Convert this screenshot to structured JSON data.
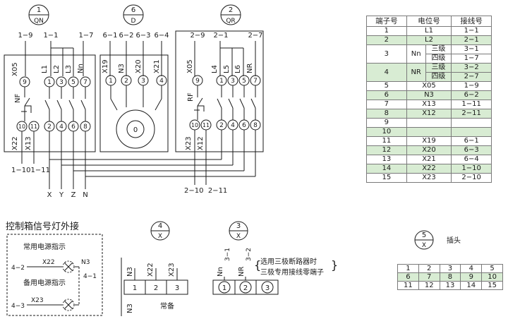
{
  "colors": {
    "line": "#1a1a1a",
    "row_shade": "#d8ecd3",
    "table_border": "#7a7a7a"
  },
  "breakers": {
    "qn": {
      "number": "1",
      "code": "QN"
    },
    "d": {
      "number": "6",
      "code": "D"
    },
    "qr": {
      "number": "2",
      "code": "QR"
    }
  },
  "qn_block": {
    "top_labels": [
      "1−9",
      "1−1",
      "1−7"
    ],
    "inner_top": [
      "X05",
      "L1",
      "L2",
      "L3",
      "Nn"
    ],
    "top_terms": [
      "9",
      "1",
      "3",
      "5",
      "7"
    ],
    "contact_label": "NF",
    "bottom_terms": [
      "10",
      "11",
      "2",
      "4",
      "6",
      "8"
    ],
    "bottom_labels": [
      "X22",
      "X13"
    ],
    "left_outputs": "1−101−11"
  },
  "d_block": {
    "top_labels": [
      "6−1",
      "6−2",
      "6−3",
      "6−4"
    ],
    "inner_top": [
      "X19",
      "N3",
      "X20",
      "X21"
    ],
    "top_terms": [
      "1",
      "2",
      "3",
      "4"
    ],
    "lock_glyph": "0"
  },
  "qr_block": {
    "top_labels": [
      "2−9",
      "2−1",
      "2−7"
    ],
    "inner_top": [
      "X05",
      "L4",
      "L5",
      "L6",
      "NR"
    ],
    "top_terms": [
      "9",
      "1",
      "3",
      "5",
      "7"
    ],
    "contact_label": "RF",
    "bottom_terms": [
      "10",
      "11",
      "2",
      "4",
      "6",
      "8"
    ],
    "bottom_labels": [
      "X23",
      "X12"
    ],
    "bottom_outputs": "2−10  2−11"
  },
  "bus_labels": [
    "X",
    "Y",
    "Z",
    "N"
  ],
  "signal_panel": {
    "title": "控制箱信号灯外接",
    "normal_label": "常用电源指示",
    "backup_label": "备用电源指示",
    "x22": "X22",
    "x23": "X23",
    "n3": "N3",
    "t42": "4−2",
    "t43": "4−3",
    "t41": "4−1"
  },
  "conn4": {
    "circle_number": "4",
    "circle_code": "X",
    "col_labels": [
      "N3",
      "X22",
      "X23"
    ],
    "cells": [
      "1",
      "2",
      "3"
    ],
    "bottom_left": "N3",
    "bottom_text": "常备"
  },
  "conn3": {
    "circle_number": "3",
    "circle_code": "X",
    "col_labels": [
      "Nn",
      "NR"
    ],
    "wire_labels": [
      "3−1",
      "3−2"
    ],
    "cells": [
      "1",
      "2",
      "3"
    ],
    "note_line1": "选用三极断路器时",
    "note_line2": "三极专用接线零端子"
  },
  "conn5": {
    "circle_number": "5",
    "circle_code": "X",
    "label": "插头",
    "rows": [
      [
        "1",
        "2",
        "3",
        "4",
        "5"
      ],
      [
        "6",
        "7",
        "8",
        "9",
        "10"
      ],
      [
        "11",
        "12",
        "13",
        "14",
        "15"
      ]
    ]
  },
  "terminal_table": {
    "headers": [
      "端子号",
      "电位号",
      "接线号"
    ],
    "rows": [
      {
        "term": "1",
        "pot": "L1",
        "wire": "1−1",
        "shaded": false
      },
      {
        "term": "2",
        "pot": "L2",
        "wire": "2−1",
        "shaded": true
      },
      {
        "term": "3",
        "pot": "Nn",
        "sub": [
          "三级",
          "四级"
        ],
        "wires": [
          "3−1",
          "1−7"
        ],
        "shaded": false
      },
      {
        "term": "4",
        "pot": "NR",
        "sub": [
          "三级",
          "四级"
        ],
        "wires": [
          "3−2",
          "2−7"
        ],
        "shaded": true
      },
      {
        "term": "5",
        "pot": "X05",
        "wire": "1−9",
        "shaded": false
      },
      {
        "term": "6",
        "pot": "N3",
        "wire": "6−2",
        "shaded": true
      },
      {
        "term": "7",
        "pot": "X13",
        "wire": "1−11",
        "shaded": false
      },
      {
        "term": "8",
        "pot": "X12",
        "wire": "2−11",
        "shaded": true
      },
      {
        "term": "9",
        "pot": "",
        "wire": "",
        "shaded": false
      },
      {
        "term": "10",
        "pot": "",
        "wire": "",
        "shaded": true
      },
      {
        "term": "11",
        "pot": "X19",
        "wire": "6−1",
        "shaded": false
      },
      {
        "term": "12",
        "pot": "X20",
        "wire": "6−3",
        "shaded": true
      },
      {
        "term": "13",
        "pot": "X21",
        "wire": "6−4",
        "shaded": false
      },
      {
        "term": "14",
        "pot": "X22",
        "wire": "1−10",
        "shaded": true
      },
      {
        "term": "15",
        "pot": "X23",
        "wire": "2−10",
        "shaded": false
      }
    ]
  }
}
